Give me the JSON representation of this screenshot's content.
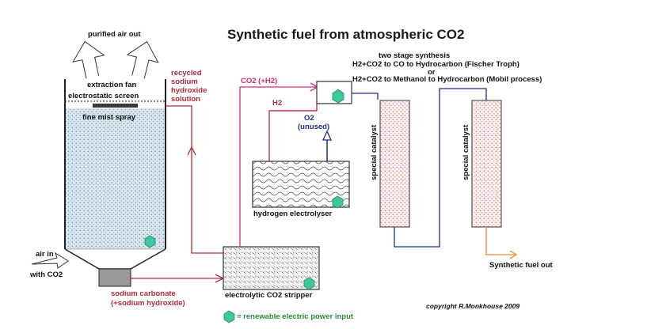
{
  "title": "Synthetic fuel from atmospheric CO2",
  "labels": {
    "purified_air_out": "purified air out",
    "extraction_fan": "extraction fan",
    "electrostatic_screen": "electrostatic screen",
    "fine_mist_spray": "fine mist spray",
    "recycled_solution": [
      "recycled",
      "sodium",
      "hydroxide",
      "solution"
    ],
    "air_in": "air in",
    "with_co2": "with CO2",
    "sodium_carbonate": "sodium carbonate",
    "plus_sodium_hydroxide": "(+sodium hydroxide)",
    "co2_h2": "CO2 (+H2)",
    "h2": "H2",
    "o2": "O2",
    "o2_unused": "(unused)",
    "hydrogen_electrolyser": "hydrogen electrolyser",
    "stripper": "electrolytic CO2 stripper",
    "synthesis_heading": "two stage synthesis",
    "synthesis_line1": "H2+CO2 to CO to Hydrocarbon (Fischer Troph)",
    "synthesis_or": "or",
    "synthesis_line2": "H2+CO2 to Methanol to Hydrocarbon (Mobil process)",
    "catalyst_1": "special catalyst",
    "catalyst_2": "special catalyst",
    "synthetic_fuel_out": "Synthetic fuel out",
    "copyright": "copyright R.Monkhouse 2009",
    "legend_text": "= renewable electric power input"
  },
  "colors": {
    "title": "#1a1a1a",
    "red_line": "#b32a3a",
    "pink_line": "#d12a7a",
    "blue_line": "#1b2f8a",
    "orange_line": "#e8892a",
    "power_hexagon": "#3ec79a",
    "legend_text": "#2a8a3a"
  },
  "icons": [
    "renewable-power-hexagon-icon",
    "air-out-arrow-icon",
    "air-in-arrow-icon"
  ]
}
